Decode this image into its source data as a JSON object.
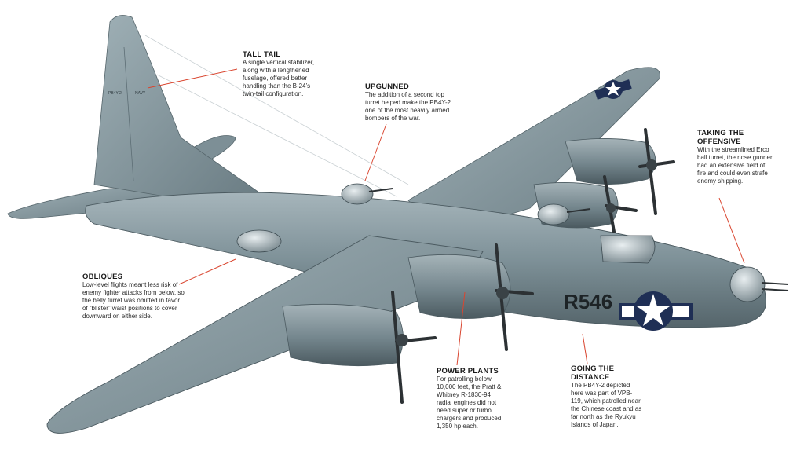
{
  "callouts": {
    "tall_tail": {
      "title": "TALL TAIL",
      "body": "A single vertical stabilizer, along with a lengthened fuselage, offered better handling than the B-24’s twin-tail configuration."
    },
    "upgunned": {
      "title": "UPGUNNED",
      "body": "The addition of a second top turret helped make the PB4Y-2 one of the most heavily armed bombers of the war."
    },
    "taking_the_offensive": {
      "title_line1": "TAKING THE",
      "title_line2": "OFFENSIVE",
      "body": "With the streamlined Erco ball turret, the nose gunner had an extensive field of fire and could even strafe enemy shipping."
    },
    "obliques": {
      "title": "OBLIQUES",
      "body": "Low-level flights meant less risk of enemy fighter attacks from below, so the belly turret was omitted in favor of “blister” waist positions to cover downward on either side."
    },
    "power_plants": {
      "title": "POWER PLANTS",
      "body": "For patrolling below 10,000 feet, the Pratt & Whitney R-1830-94 radial engines did not need super or turbo chargers and produced 1,350 hp each."
    },
    "going_the_distance": {
      "title_line1": "GOING THE",
      "title_line2": "DISTANCE",
      "body": "The PB4Y-2 depicted here was part of VPB-119, which patrolled near the Chinese coast and as far north as the Ryukyu Islands of Japan."
    }
  },
  "aircraft": {
    "tail_code": "R546",
    "tail_text": "NAVY",
    "fin_text": "PB4Y-2",
    "colors": {
      "fuselage": "#7f9299",
      "fuselage_dark": "#5d6e75",
      "fuselage_light": "#a4b4ba",
      "leader_line": "#d9452f",
      "thin_line": "#c9d0d3",
      "prop": "#2c3134",
      "roundel_blue": "#1f2f55",
      "roundel_white": "#ffffff"
    }
  }
}
